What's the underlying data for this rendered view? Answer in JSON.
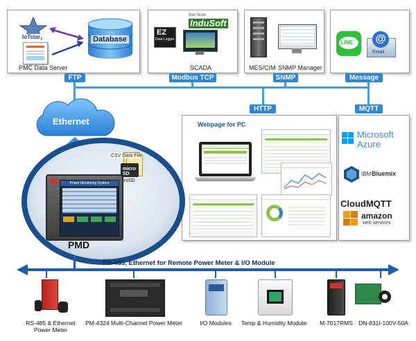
{
  "top_boxes": {
    "pmc": {
      "iotstar": "IoTstar",
      "database": "Database",
      "caption": "PMC Data Server"
    },
    "scada": {
      "brand": "InduSoft",
      "brand_tag": "Web Studio",
      "ez_top": "EZ",
      "ez_bottom": "Data Logger",
      "caption": "SCADA"
    },
    "mes": {
      "caption_left": "MES/CIM",
      "caption_right": "SNMP Manager"
    },
    "message": {
      "line": "LINE",
      "email": "Email"
    }
  },
  "protocols": {
    "ftp": "FTP",
    "modbus": "Modbus TCP",
    "snmp": "SNMP",
    "message": "Message",
    "http": "HTTP",
    "mqtt": "MQTT"
  },
  "cloud": {
    "label": "Ethernet"
  },
  "web": {
    "title": "Webpage for PC"
  },
  "mqtt_brokers": {
    "azure_top": "Microsoft",
    "azure_bottom": "Azure",
    "ibm": "IBM",
    "bluemix": "Bluemix",
    "cloudmqtt": "CloudMQTT",
    "amazon": "amazon",
    "aws": "web services"
  },
  "pmd": {
    "label": "PMD",
    "csv": "CSV Data File",
    "microsd_chip": "micro SD",
    "microsd": "MicroSD",
    "screen_title": "Power Monitoring System"
  },
  "bus": {
    "label": "RS-485, Ethernet for Remote Power Meter & I/O Module"
  },
  "devices": [
    {
      "label_1": "RS-485 & Ethernet",
      "label_2": "Power Meter"
    },
    {
      "label_1": "PM-4324 Multi-Channel Power Meter",
      "label_2": ""
    },
    {
      "label_1": "I/O Modules",
      "label_2": ""
    },
    {
      "label_1": "Temp & Humidity Module",
      "label_2": ""
    },
    {
      "label_1": "M-7017RMS",
      "label_2": ""
    },
    {
      "label_1": "DN-831I-100V-50A",
      "label_2": ""
    }
  ],
  "colors": {
    "accent": "#2e86d6",
    "bus": "#1d5fa8",
    "ellipse": "#1a4f8f",
    "green": "#8cc34a"
  }
}
